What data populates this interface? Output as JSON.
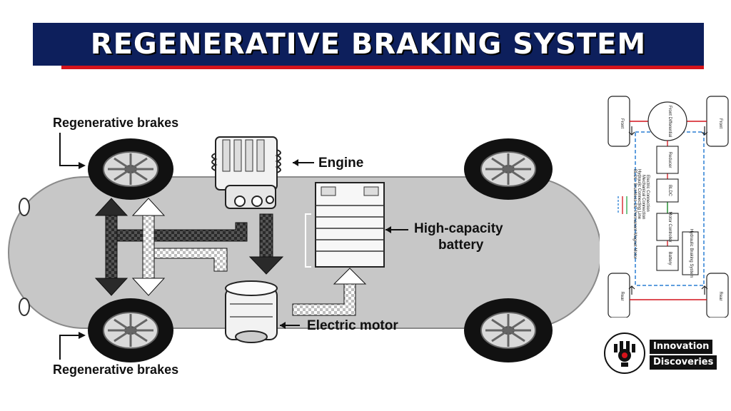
{
  "title": "REGENERATIVE BRAKING SYSTEM",
  "labels": {
    "regen_top": "Regenerative brakes",
    "regen_bottom": "Regenerative brakes",
    "engine": "Engine",
    "battery_line1": "High-capacity",
    "battery_line2": "battery",
    "motor": "Electric motor"
  },
  "schematic": {
    "front_left": "Front",
    "front_right": "Front",
    "rear_left": "Rear",
    "rear_right": "Rear",
    "front_differential": "Front Differential",
    "reducer": "Reducer",
    "bldc": "BLDC",
    "motor_controller": "Motor Controller",
    "battery": "Battery",
    "hydraulic_braking": "Hydraulic Braking System",
    "legend_electric": "Electric Connection",
    "legend_mechanical": "Mechanical Connection",
    "legend_hydraulic": "Hydraulic Connecting Line",
    "legend_bldc": "BLDC: Brushless DC Permanent Magnet Motor"
  },
  "brand": {
    "line1": "Innovation",
    "line2": "Discoveries"
  },
  "colors": {
    "banner": "#0d1f5c",
    "accent_red": "#d4131b",
    "body_gray": "#c7c7c7"
  }
}
